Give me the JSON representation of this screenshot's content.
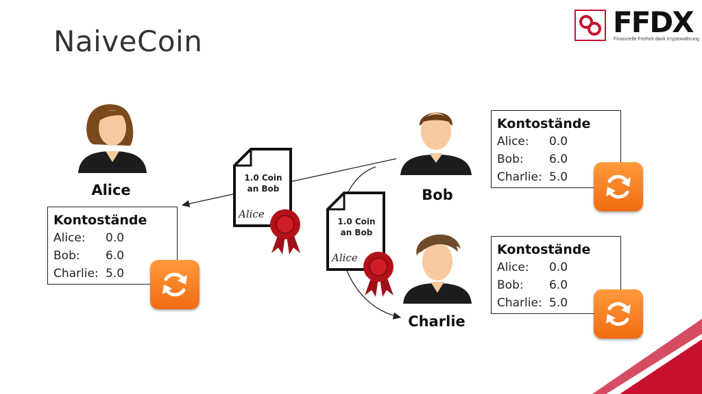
{
  "slide": {
    "title": "NaiveCoin"
  },
  "logo": {
    "text": "FFDX",
    "tagline": "Finanzielle Freiheit dank Kryptowährung"
  },
  "people": {
    "alice": {
      "name": "Alice"
    },
    "bob": {
      "name": "Bob"
    },
    "charlie": {
      "name": "Charlie"
    }
  },
  "ledger_template": {
    "heading": "Kontostände",
    "rows": [
      {
        "name": "Alice:",
        "value": "0.0"
      },
      {
        "name": "Bob:",
        "value": "6.0"
      },
      {
        "name": "Charlie:",
        "value": "5.0"
      }
    ]
  },
  "ledgers": {
    "alice": {
      "heading": "Kontostände",
      "rows": [
        {
          "name": "Alice:",
          "value": "0.0"
        },
        {
          "name": "Bob:",
          "value": "6.0"
        },
        {
          "name": "Charlie:",
          "value": "5.0"
        }
      ]
    },
    "bob": {
      "heading": "Kontostände",
      "rows": [
        {
          "name": "Alice:",
          "value": "0.0"
        },
        {
          "name": "Bob:",
          "value": "6.0"
        },
        {
          "name": "Charlie:",
          "value": "5.0"
        }
      ]
    },
    "charlie": {
      "heading": "Kontostände",
      "rows": [
        {
          "name": "Alice:",
          "value": "0.0"
        },
        {
          "name": "Bob:",
          "value": "6.0"
        },
        {
          "name": "Charlie:",
          "value": "5.0"
        }
      ]
    }
  },
  "transactions": {
    "to_alice": {
      "line1": "1.0 Coin",
      "line2": "an Bob",
      "signature": "Alice"
    },
    "to_charlie": {
      "line1": "1.0 Coin",
      "line2": "an Bob",
      "signature": "Alice"
    }
  },
  "icons": {
    "sync": "sync-icon",
    "seal": "wax-seal-icon",
    "document": "document-icon"
  },
  "colors": {
    "accent": "#f47a20",
    "seal": "#b3121b",
    "brand_red": "#c8102e"
  }
}
